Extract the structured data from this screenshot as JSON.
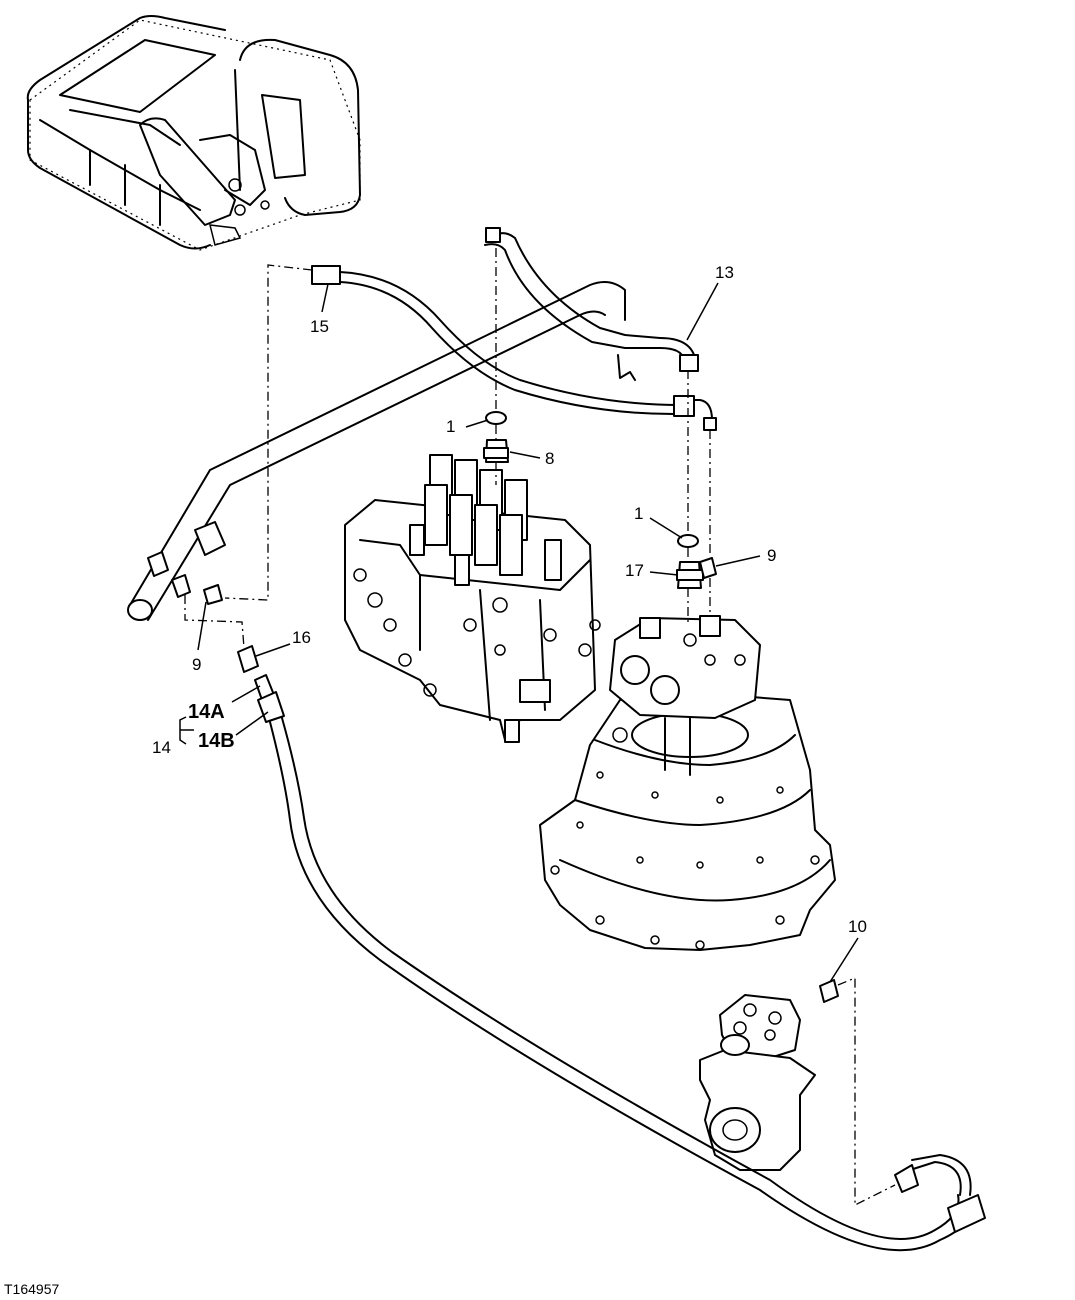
{
  "figure_id": "T164957",
  "callouts": {
    "c1a": "1",
    "c1b": "1",
    "c8": "8",
    "c9a": "9",
    "c9b": "9",
    "c10": "10",
    "c13": "13",
    "c14": "14",
    "c14a": "14A",
    "c14b": "14B",
    "c15": "15",
    "c16": "16",
    "c17": "17"
  }
}
